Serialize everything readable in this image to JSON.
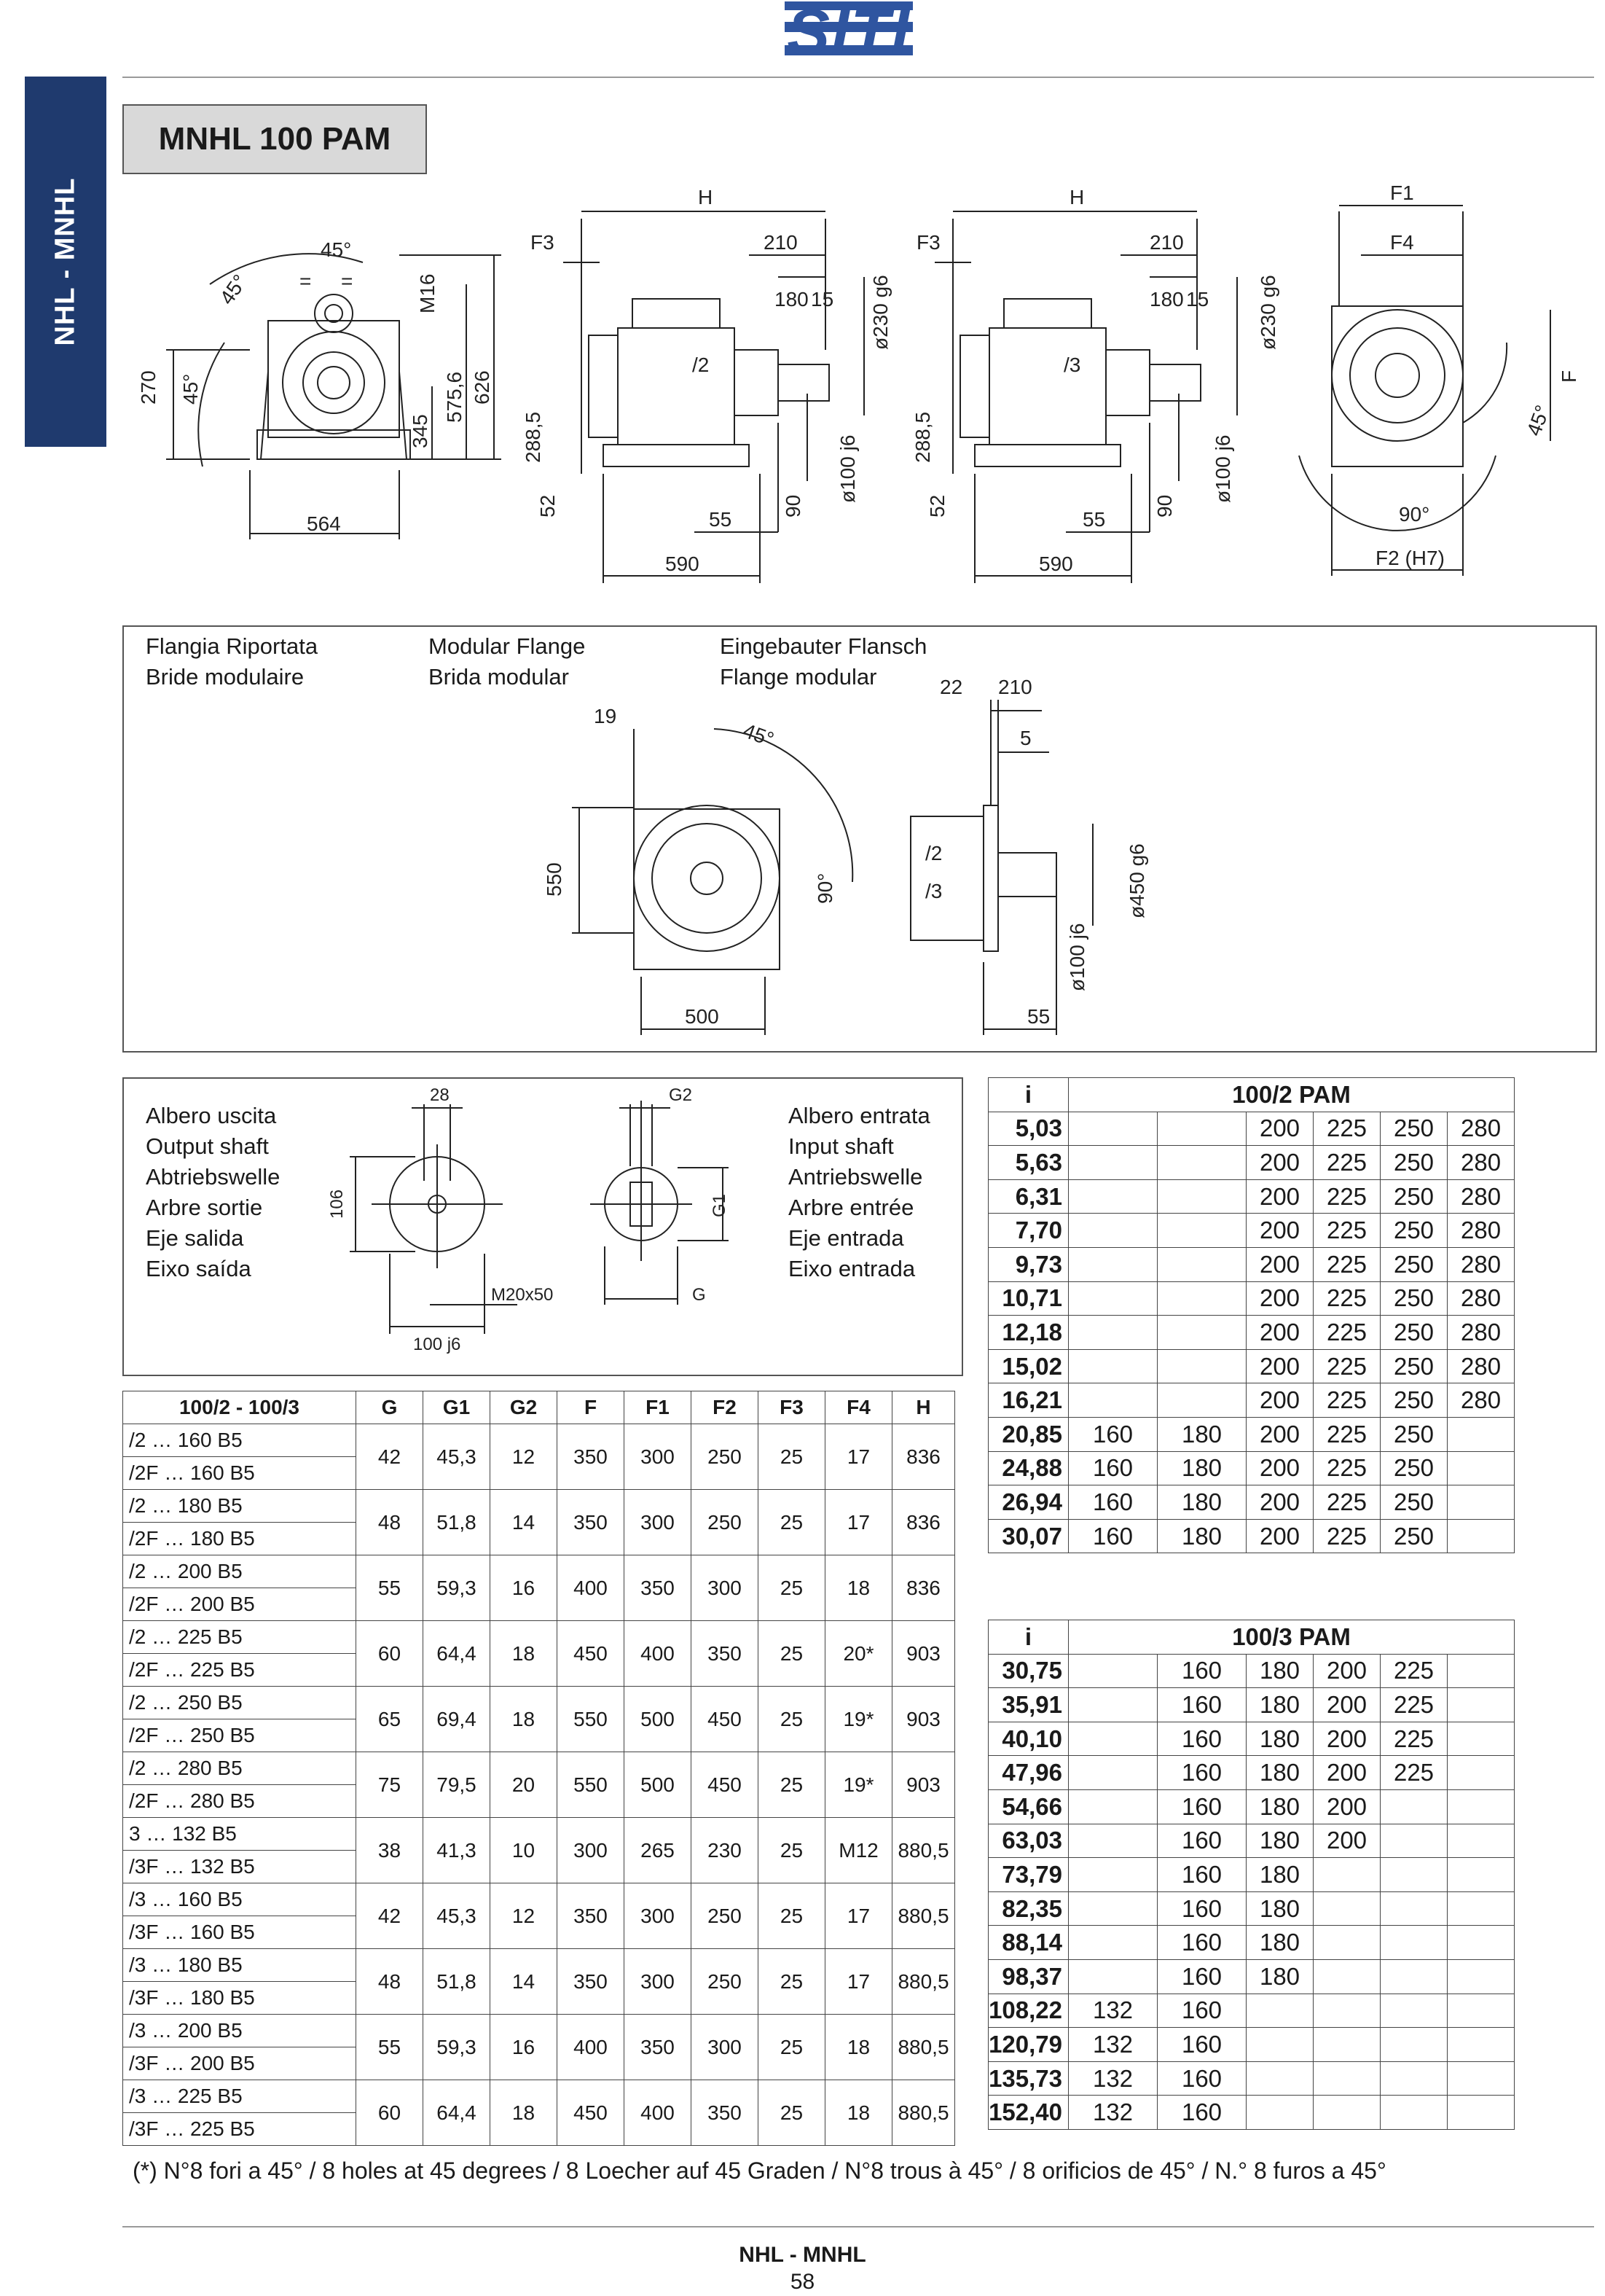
{
  "header": {
    "logo_text": "SITI"
  },
  "side_tab": "NHL - MNHL",
  "title": "MNHL 100 PAM",
  "drawings": {
    "front_view": {
      "a45_top": "45°",
      "a45_left": "45°",
      "a45_mid": "45°",
      "m16": "M16",
      "d270": "270",
      "d345": "345",
      "d575": "575,6",
      "d626": "626",
      "d564": "564",
      "eq1": "=",
      "eq2": "="
    },
    "side2": {
      "h": "H",
      "f3": "F3",
      "d210": "210",
      "d180": "180",
      "d15": "15",
      "d230": "ø230 g6",
      "stage": "/2",
      "d288": "288,5",
      "d100": "ø100 j6",
      "d52": "52",
      "d55": "55",
      "d90": "90",
      "d590": "590"
    },
    "side3": {
      "h": "H",
      "f3": "F3",
      "d210": "210",
      "d180": "180",
      "d15": "15",
      "d230": "ø230 g6",
      "stage": "/3",
      "d288": "288,5",
      "d100": "ø100 j6",
      "d52": "52",
      "d55": "55",
      "d90": "90",
      "d590": "590"
    },
    "rear_view": {
      "f1": "F1",
      "f4": "F4",
      "f": "F",
      "a45": "45°",
      "a90": "90°",
      "f2": "F2 (H7)"
    }
  },
  "flange_panel": {
    "labels": [
      "Flangia Riportata",
      "Bride modulaire",
      "Modular Flange",
      "Brida modular",
      "Eingebauter Flansch",
      "Flange modular"
    ],
    "dims": {
      "d19": "19",
      "a45": "45°",
      "d550": "550",
      "a90": "90°",
      "d500": "500",
      "d22": "22",
      "d210": "210",
      "d5": "5",
      "s2": "/2",
      "s3": "/3",
      "d450": "ø450 g6",
      "d100": "ø100 j6",
      "d55": "55"
    }
  },
  "shaft_panel": {
    "output_labels": [
      "Albero uscita",
      "Output shaft",
      "Abtriebswelle",
      "Arbre sortie",
      "Eje salida",
      "Eixo saída"
    ],
    "input_labels": [
      "Albero entrata",
      "Input shaft",
      "Antriebswelle",
      "Arbre entrée",
      "Eje entrada",
      "Eixo entrada"
    ],
    "dims": {
      "d28": "28",
      "d106": "106",
      "m20": "M20x50",
      "d100": "100 j6",
      "g2": "G2",
      "g1": "G1",
      "g": "G"
    }
  },
  "dim_table": {
    "headers": [
      "100/2 - 100/3",
      "G",
      "G1",
      "G2",
      "F",
      "F1",
      "F2",
      "F3",
      "F4",
      "H"
    ],
    "groups": [
      {
        "rows": [
          "/2 … 160 B5",
          "/2F … 160 B5"
        ],
        "values": [
          "42",
          "45,3",
          "12",
          "350",
          "300",
          "250",
          "25",
          "17",
          "836"
        ]
      },
      {
        "rows": [
          "/2 … 180 B5",
          "/2F … 180 B5"
        ],
        "values": [
          "48",
          "51,8",
          "14",
          "350",
          "300",
          "250",
          "25",
          "17",
          "836"
        ]
      },
      {
        "rows": [
          "/2 … 200 B5",
          "/2F … 200 B5"
        ],
        "values": [
          "55",
          "59,3",
          "16",
          "400",
          "350",
          "300",
          "25",
          "18",
          "836"
        ]
      },
      {
        "rows": [
          "/2 … 225 B5",
          "/2F … 225 B5"
        ],
        "values": [
          "60",
          "64,4",
          "18",
          "450",
          "400",
          "350",
          "25",
          "20*",
          "903"
        ]
      },
      {
        "rows": [
          "/2 … 250 B5",
          "/2F … 250 B5"
        ],
        "values": [
          "65",
          "69,4",
          "18",
          "550",
          "500",
          "450",
          "25",
          "19*",
          "903"
        ]
      },
      {
        "rows": [
          "/2 … 280 B5",
          "/2F … 280 B5"
        ],
        "values": [
          "75",
          "79,5",
          "20",
          "550",
          "500",
          "450",
          "25",
          "19*",
          "903"
        ]
      },
      {
        "rows": [
          "3 … 132 B5",
          "/3F … 132 B5"
        ],
        "values": [
          "38",
          "41,3",
          "10",
          "300",
          "265",
          "230",
          "25",
          "M12",
          "880,5"
        ]
      },
      {
        "rows": [
          "/3 … 160 B5",
          "/3F … 160 B5"
        ],
        "values": [
          "42",
          "45,3",
          "12",
          "350",
          "300",
          "250",
          "25",
          "17",
          "880,5"
        ]
      },
      {
        "rows": [
          "/3 … 180 B5",
          "/3F … 180 B5"
        ],
        "values": [
          "48",
          "51,8",
          "14",
          "350",
          "300",
          "250",
          "25",
          "17",
          "880,5"
        ]
      },
      {
        "rows": [
          "/3 … 200 B5",
          "/3F … 200 B5"
        ],
        "values": [
          "55",
          "59,3",
          "16",
          "400",
          "350",
          "300",
          "25",
          "18",
          "880,5"
        ]
      },
      {
        "rows": [
          "/3 … 225 B5",
          "/3F … 225 B5"
        ],
        "values": [
          "60",
          "64,4",
          "18",
          "450",
          "400",
          "350",
          "25",
          "18",
          "880,5"
        ]
      }
    ]
  },
  "ratio_table_2": {
    "i_label": "i",
    "title": "100/2 PAM",
    "rows": [
      [
        "5,03",
        "",
        "",
        "200",
        "225",
        "250",
        "280"
      ],
      [
        "5,63",
        "",
        "",
        "200",
        "225",
        "250",
        "280"
      ],
      [
        "6,31",
        "",
        "",
        "200",
        "225",
        "250",
        "280"
      ],
      [
        "7,70",
        "",
        "",
        "200",
        "225",
        "250",
        "280"
      ],
      [
        "9,73",
        "",
        "",
        "200",
        "225",
        "250",
        "280"
      ],
      [
        "10,71",
        "",
        "",
        "200",
        "225",
        "250",
        "280"
      ],
      [
        "12,18",
        "",
        "",
        "200",
        "225",
        "250",
        "280"
      ],
      [
        "15,02",
        "",
        "",
        "200",
        "225",
        "250",
        "280"
      ],
      [
        "16,21",
        "",
        "",
        "200",
        "225",
        "250",
        "280"
      ],
      [
        "20,85",
        "160",
        "180",
        "200",
        "225",
        "250",
        ""
      ],
      [
        "24,88",
        "160",
        "180",
        "200",
        "225",
        "250",
        ""
      ],
      [
        "26,94",
        "160",
        "180",
        "200",
        "225",
        "250",
        ""
      ],
      [
        "30,07",
        "160",
        "180",
        "200",
        "225",
        "250",
        ""
      ]
    ]
  },
  "ratio_table_3": {
    "i_label": "i",
    "title": "100/3 PAM",
    "rows": [
      [
        "30,75",
        "",
        "160",
        "180",
        "200",
        "225",
        ""
      ],
      [
        "35,91",
        "",
        "160",
        "180",
        "200",
        "225",
        ""
      ],
      [
        "40,10",
        "",
        "160",
        "180",
        "200",
        "225",
        ""
      ],
      [
        "47,96",
        "",
        "160",
        "180",
        "200",
        "225",
        ""
      ],
      [
        "54,66",
        "",
        "160",
        "180",
        "200",
        "",
        ""
      ],
      [
        "63,03",
        "",
        "160",
        "180",
        "200",
        "",
        ""
      ],
      [
        "73,79",
        "",
        "160",
        "180",
        "",
        "",
        ""
      ],
      [
        "82,35",
        "",
        "160",
        "180",
        "",
        "",
        ""
      ],
      [
        "88,14",
        "",
        "160",
        "180",
        "",
        "",
        ""
      ],
      [
        "98,37",
        "",
        "160",
        "180",
        "",
        "",
        ""
      ],
      [
        "108,22",
        "132",
        "160",
        "",
        "",
        "",
        ""
      ],
      [
        "120,79",
        "132",
        "160",
        "",
        "",
        "",
        ""
      ],
      [
        "135,73",
        "132",
        "160",
        "",
        "",
        "",
        ""
      ],
      [
        "152,40",
        "132",
        "160",
        "",
        "",
        "",
        ""
      ]
    ]
  },
  "footnote": "(*) N°8 fori a 45° / 8 holes at 45 degrees / 8 Loecher auf 45 Graden / N°8 trous à 45° / 8 orificios de 45° / N.° 8 furos a 45°",
  "footer": {
    "title": "NHL - MNHL",
    "page": "58"
  },
  "colors": {
    "brand_blue": "#1f3a6e",
    "title_box": "#d9d9d9",
    "line": "#333333"
  }
}
